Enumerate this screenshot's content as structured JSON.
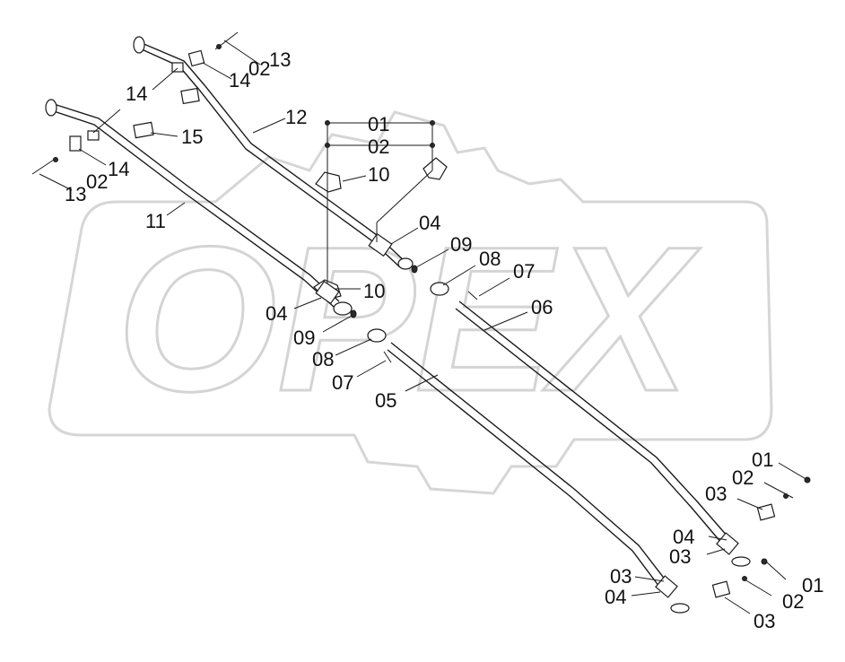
{
  "watermark": {
    "text": "OPEX",
    "color": "#d4d4d4"
  },
  "callouts": [
    {
      "id": "c01a",
      "text": "01"
    },
    {
      "id": "c02a",
      "text": "02"
    },
    {
      "id": "c10a",
      "text": "10"
    },
    {
      "id": "c12",
      "text": "12"
    },
    {
      "id": "c13a",
      "text": "13"
    },
    {
      "id": "c02b",
      "text": "02"
    },
    {
      "id": "c14a",
      "text": "14"
    },
    {
      "id": "c14b",
      "text": "14"
    },
    {
      "id": "c15",
      "text": "15"
    },
    {
      "id": "c14c",
      "text": "14"
    },
    {
      "id": "c13b",
      "text": "13"
    },
    {
      "id": "c02c",
      "text": "02"
    },
    {
      "id": "c11",
      "text": "11"
    },
    {
      "id": "c04a",
      "text": "04"
    },
    {
      "id": "c09a",
      "text": "09"
    },
    {
      "id": "c08a",
      "text": "08"
    },
    {
      "id": "c07a",
      "text": "07"
    },
    {
      "id": "c06",
      "text": "06"
    },
    {
      "id": "c10b",
      "text": "10"
    },
    {
      "id": "c04b",
      "text": "04"
    },
    {
      "id": "c09b",
      "text": "09"
    },
    {
      "id": "c08b",
      "text": "08"
    },
    {
      "id": "c07b",
      "text": "07"
    },
    {
      "id": "c05",
      "text": "05"
    },
    {
      "id": "c01b",
      "text": "01"
    },
    {
      "id": "c02d",
      "text": "02"
    },
    {
      "id": "c03a",
      "text": "03"
    },
    {
      "id": "c04c",
      "text": "04"
    },
    {
      "id": "c03b",
      "text": "03"
    },
    {
      "id": "c01c",
      "text": "01"
    },
    {
      "id": "c02e",
      "text": "02"
    },
    {
      "id": "c03c",
      "text": "03"
    },
    {
      "id": "c03d",
      "text": "03"
    },
    {
      "id": "c04d",
      "text": "04"
    }
  ]
}
